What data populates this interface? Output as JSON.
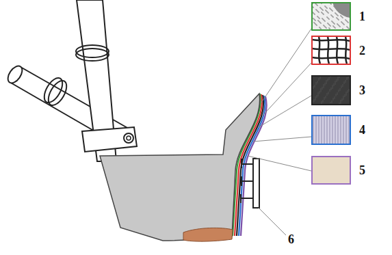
{
  "diagram": {
    "nodes": [
      {
        "text": [
          "1"
        ]
      },
      {
        "text": [
          "2"
        ]
      },
      {
        "text": [
          "3"
        ]
      },
      {
        "text": [
          "4"
        ]
      },
      {
        "text": [
          "5"
        ]
      }
    ],
    "labels": [
      "6"
    ]
  }
}
